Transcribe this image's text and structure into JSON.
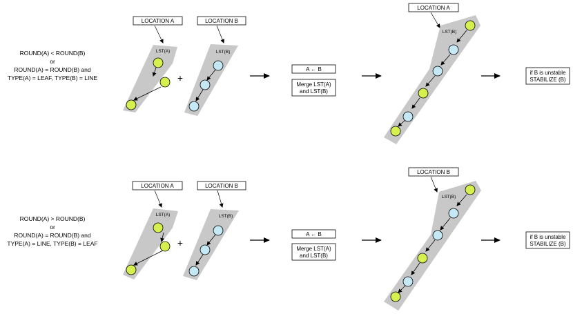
{
  "colors": {
    "region": "#c8c8c8",
    "node_a": "#d6f050",
    "node_b": "#c4e8f4",
    "stroke": "#000000"
  },
  "icons": {
    "arrow": "right-arrow-icon",
    "plus": "plus-icon"
  },
  "rows": [
    {
      "condition": [
        "ROUND(A) < ROUND(B)",
        "or",
        "ROUND(A) = ROUND(B) and",
        "TYPE(A) = LEAF, TYPE(B) = LINE"
      ],
      "location_a": "LOCATION  A",
      "location_b": "LOCATION  B",
      "lst_a": "LST(A)",
      "lst_b": "LST(B)",
      "plus": "+",
      "assign": "A ← B",
      "merge": [
        "Merge LST(A)",
        "and LST(B)"
      ],
      "result_location": "LOCATION  A",
      "result_lst": "LST(B)",
      "stabilize": [
        "if B is unstable",
        "STABILIZE (B)"
      ]
    },
    {
      "condition": [
        "ROUND(A) > ROUND(B)",
        "or",
        "ROUND(A) = ROUND(B) and",
        "TYPE(A) = LINE, TYPE(B) = LEAF"
      ],
      "location_a": "LOCATION  A",
      "location_b": "LOCATION  B",
      "lst_a": "LST(A)",
      "lst_b": "LST(B)",
      "plus": "+",
      "assign": "A ← B",
      "merge": [
        "Merge LST(A)",
        "and LST(B)"
      ],
      "result_location": "LOCATION  B",
      "result_lst": "LST(B)",
      "stabilize": [
        "if B is unstable",
        "STABILIZE (B)"
      ]
    }
  ]
}
